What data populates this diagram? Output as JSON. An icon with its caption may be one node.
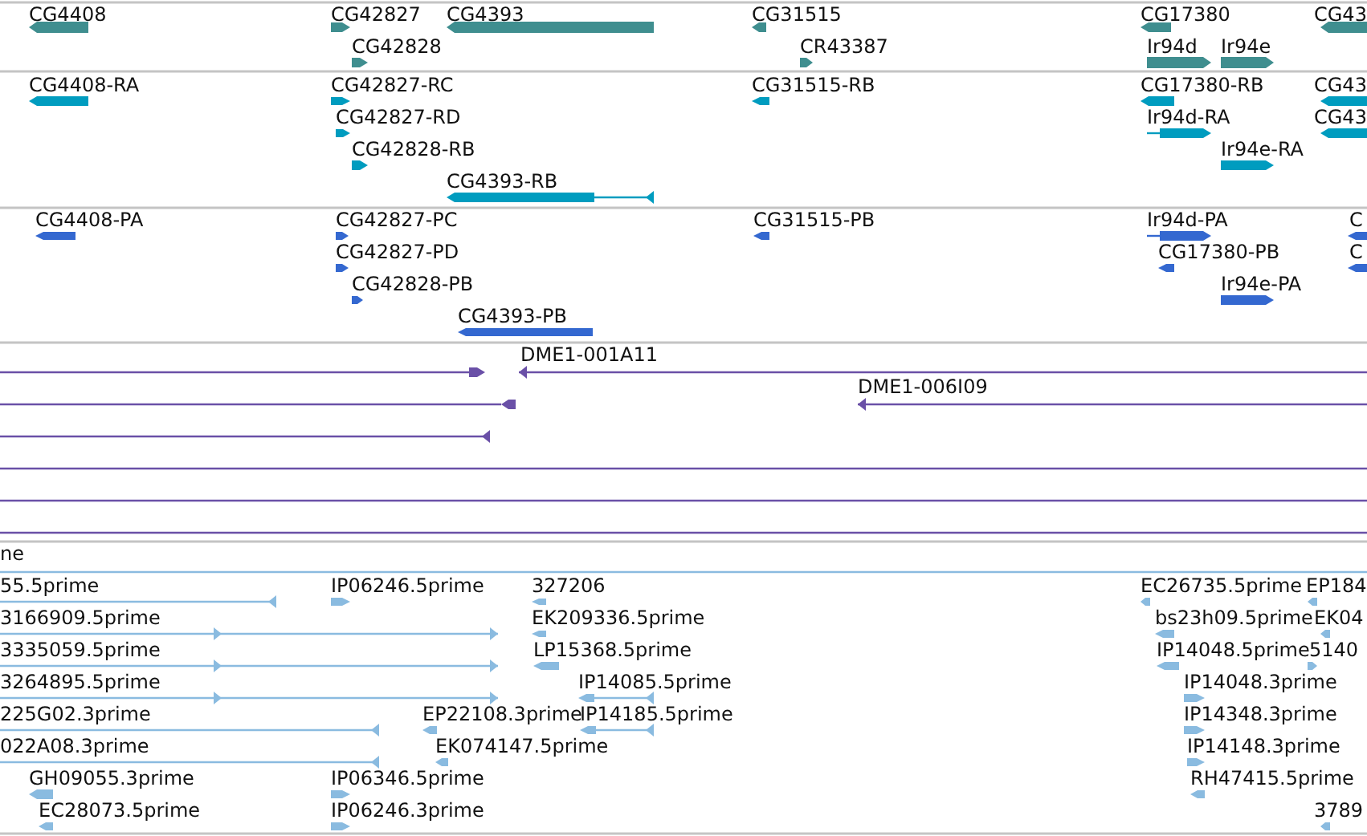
{
  "diagram": {
    "labels": [
      "CG4408",
      "CG42827",
      "CG4393",
      "CG31515",
      "CG17380",
      "CG43",
      "CG42828",
      "CR43387",
      "Ir94d",
      "Ir94e",
      "CG4408-RA",
      "CG42827-RC",
      "CG31515-RB",
      "CG17380-RB",
      "CG43",
      "CG42827-RD",
      "Ir94d-RA",
      "CG43",
      "CG42828-RB",
      "Ir94e-RA",
      "CG4393-RB",
      "CG4408-PA",
      "CG42827-PC",
      "CG31515-PB",
      "Ir94d-PA",
      "C",
      "CG42827-PD",
      "CG17380-PB",
      "C",
      "CG42828-PB",
      "Ir94e-PA",
      "CG4393-PB",
      "DME1-001A11",
      "DME1-006I09",
      "ne",
      "55.5prime",
      "IP06246.5prime",
      "327206",
      "EC26735.5prime",
      "EP184",
      "3166909.5prime",
      "EK209336.5prime",
      "bs23h09.5prime",
      "EK04",
      "3335059.5prime",
      "LP15368.5prime",
      "IP14048.5prime",
      "5140",
      "3264895.5prime",
      "IP14085.5prime",
      "IP14048.3prime",
      "225G02.3prime",
      "EP22108.3prime",
      "IP14185.5prime",
      "IP14348.3prime",
      "022A08.3prime",
      "EK074147.5prime",
      "IP14148.3prime",
      "GH09055.3prime",
      "IP06346.5prime",
      "RH47415.5prime",
      "EC28073.5prime",
      "IP06246.3prime",
      "3789"
    ]
  }
}
